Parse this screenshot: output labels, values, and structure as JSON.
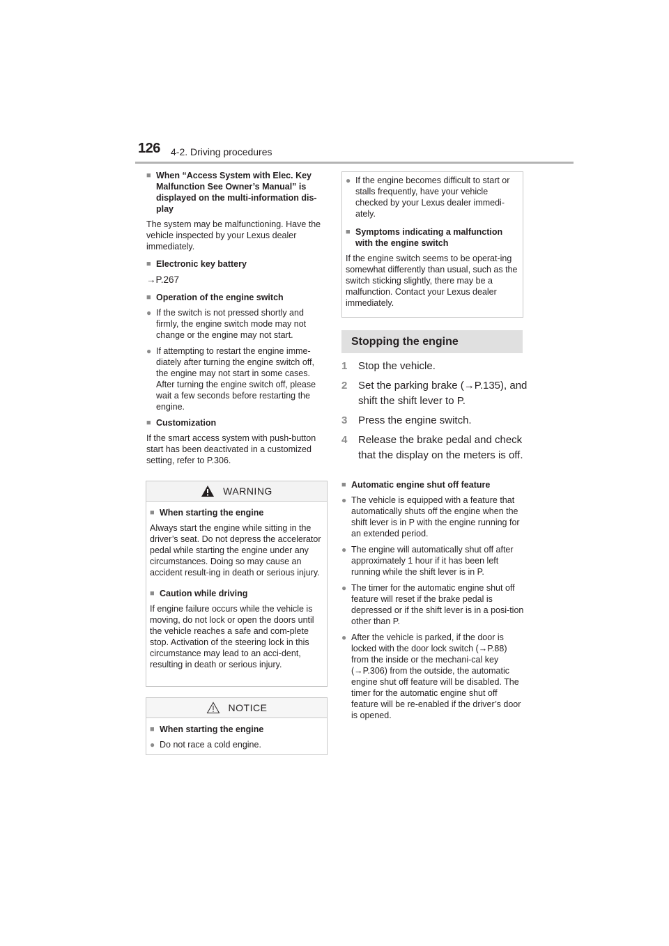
{
  "header": {
    "page_number": "126",
    "section": "4-2. Driving procedures"
  },
  "left_column": {
    "h1": "When “Access System with Elec. Key Malfunction See Owner’s Manual” is displayed on the multi-information dis-play",
    "p1": "The system may be malfunctioning. Have the vehicle inspected by your Lexus dealer immediately.",
    "h2": "Electronic key battery",
    "ref2": "→P.267",
    "h3": "Operation of the engine switch",
    "b1": "If the switch is not pressed shortly and firmly, the engine switch mode may not change or the engine may not start.",
    "b2": "If attempting to restart the engine imme-diately after turning the engine switch off, the engine may not start in some cases. After turning the engine switch off, please wait a few seconds before restarting the engine.",
    "h4": "Customization",
    "p4": "If the smart access system with push-button start has been deactivated in a customized setting, refer to P.306."
  },
  "warning_box": {
    "title": "WARNING",
    "h1": "When starting the engine",
    "p1": "Always start the engine while sitting in the driver’s seat. Do not depress the accelerator pedal while starting the engine under any circumstances. Doing so may cause an accident result-ing in death or serious injury.",
    "h2": "Caution while driving",
    "p2": "If engine failure occurs while the vehicle is moving, do not lock or open the doors until the vehicle reaches a safe and com-plete stop. Activation of the steering lock in this circumstance may lead to an acci-dent, resulting in death or serious injury."
  },
  "notice_box": {
    "title": "NOTICE",
    "h1": "When starting the engine",
    "b1": "Do not race a cold engine."
  },
  "right_top_box": {
    "b1": "If the engine becomes difficult to start or stalls frequently, have your vehicle checked by your Lexus dealer immedi-ately.",
    "h1": "Symptoms indicating a malfunction with the engine switch",
    "p1": "If the engine switch seems to be operat-ing somewhat differently than usual, such as the switch sticking slightly, there may be a malfunction. Contact your Lexus dealer immediately."
  },
  "stopping": {
    "heading": "Stopping the engine",
    "steps": [
      {
        "n": "1",
        "text": "Stop the vehicle."
      },
      {
        "n": "2",
        "text": "Set the parking brake (→P.135), and shift the shift lever to P."
      },
      {
        "n": "3",
        "text": "Press the engine switch."
      },
      {
        "n": "4",
        "text": "Release the brake pedal and check that the display on the meters is off."
      }
    ]
  },
  "auto_shutoff": {
    "heading": "Automatic engine shut off feature",
    "bullets": [
      "The vehicle is equipped with a feature that automatically shuts off the engine when the shift lever is in P with the engine running for an extended period.",
      "The engine will automatically shut off after approximately 1 hour if it has been left running while the shift lever is in P.",
      "The timer for the automatic engine shut off feature will reset if the brake pedal is depressed or if the shift lever is in a posi-tion other than P.",
      "After the vehicle is parked, if the door is locked with the door lock switch (→P.88) from the inside or the mechani-cal key (→P.306) from the outside, the automatic engine shut off feature will be disabled. The timer for the automatic engine shut off feature will be re-enabled if the driver’s door is opened."
    ]
  },
  "glyphs": {
    "square": "■",
    "bullet": "●"
  },
  "colors": {
    "text": "#231f20",
    "accent_gray": "#8b8b8b",
    "rule": "#b3b3b3",
    "heading_band": "#e0e0e0"
  }
}
